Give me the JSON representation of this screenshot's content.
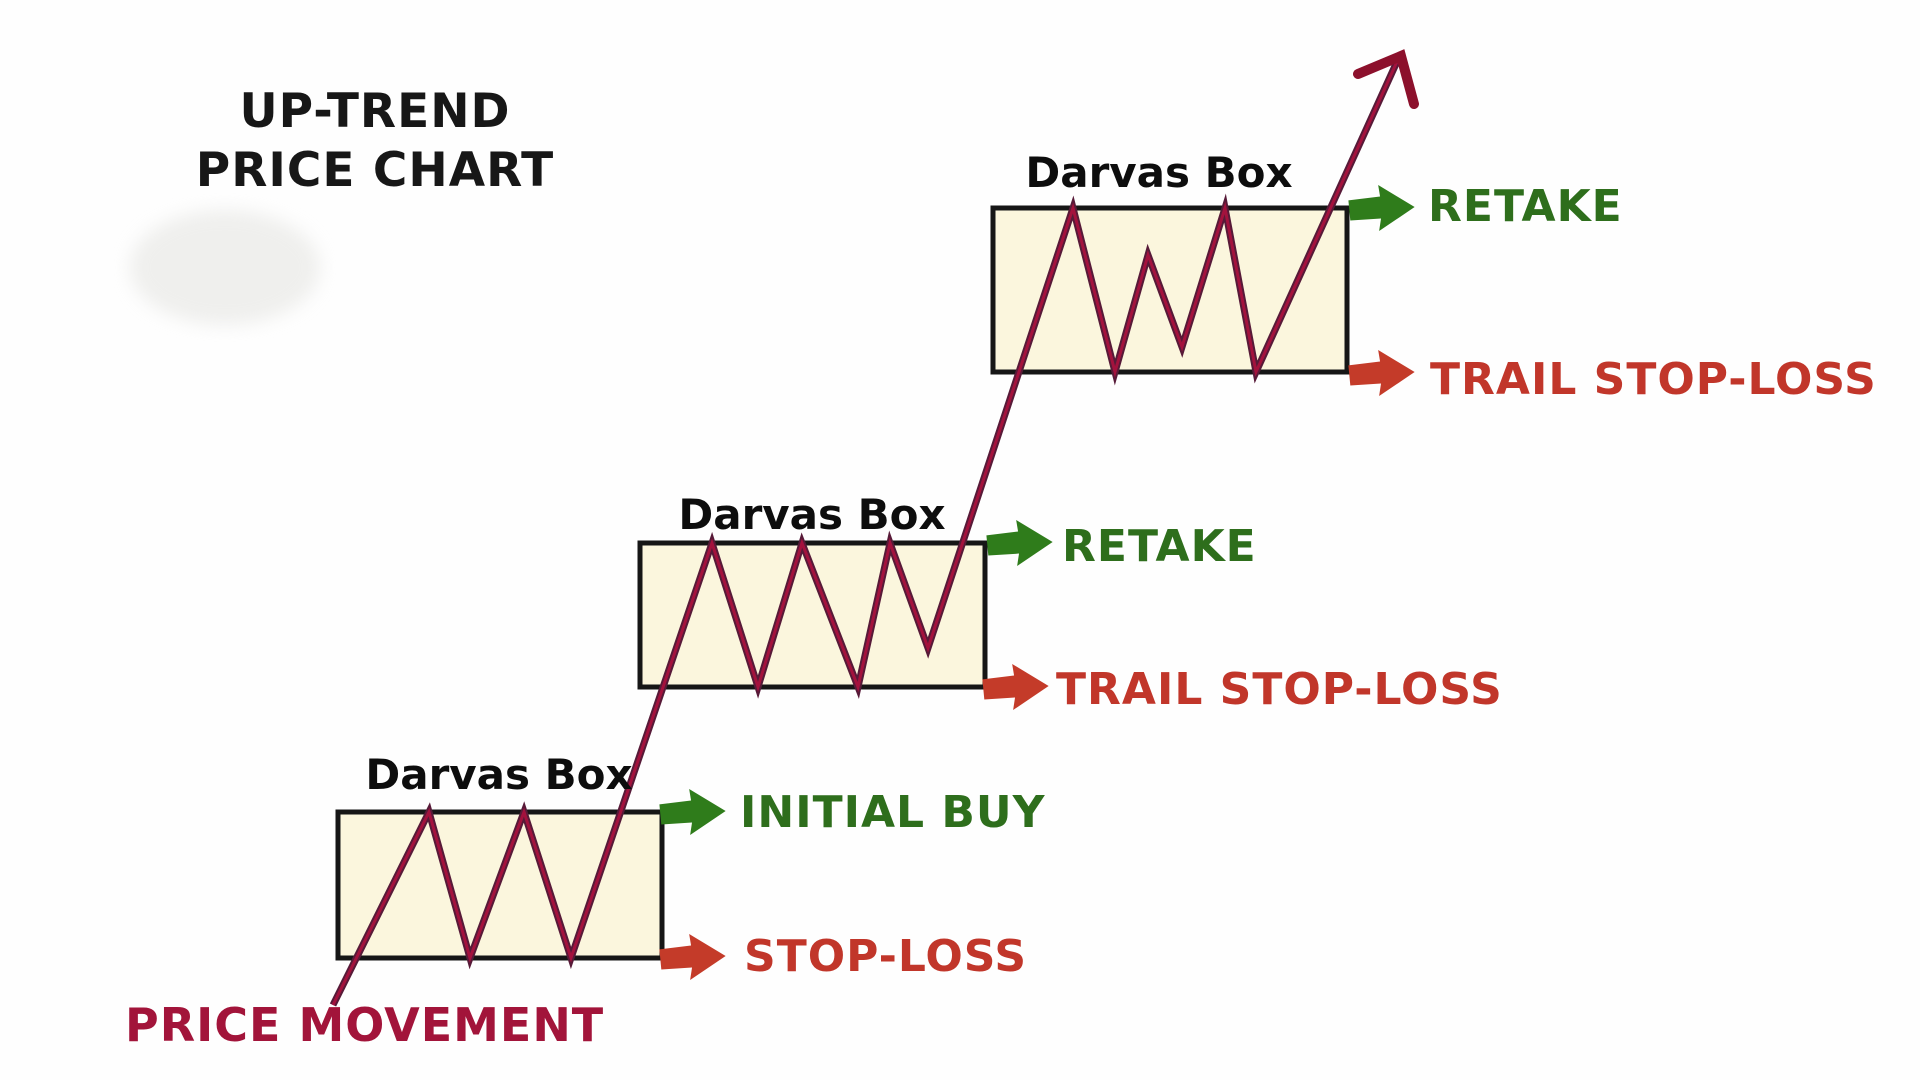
{
  "title": {
    "line1": "UP-TREND",
    "line2": "PRICE CHART"
  },
  "price_movement_label": "PRICE MOVEMENT",
  "diagram": {
    "boxes": [
      {
        "label": "Darvas Box",
        "entry": {
          "label": "INITIAL BUY"
        },
        "exit": {
          "label": "STOP-LOSS"
        }
      },
      {
        "label": "Darvas Box",
        "entry": {
          "label": "RETAKE"
        },
        "exit": {
          "label": "TRAIL STOP-LOSS"
        }
      },
      {
        "label": "Darvas Box",
        "entry": {
          "label": "RETAKE"
        },
        "exit": {
          "label": "TRAIL STOP-LOSS"
        }
      }
    ],
    "icons": {
      "entry_arrow": "green-right-block-arrow",
      "exit_arrow": "red-right-block-arrow",
      "trend_arrow": "dark-red-up-trend-arrow"
    }
  },
  "colors": {
    "title_black": "#171717",
    "darvas_black": "#0d0d0d",
    "buy_green": "#2e6e1c",
    "stop_red": "#c1362a",
    "arrow_green": "#2f7c1b",
    "arrow_red": "#c43b29",
    "price_crimson": "#a2143a",
    "box_fill": "#fbf6dd",
    "box_border": "#161616",
    "line_edge": "#571a38",
    "line_core": "#a3123d",
    "line_head": "#8c102c"
  }
}
